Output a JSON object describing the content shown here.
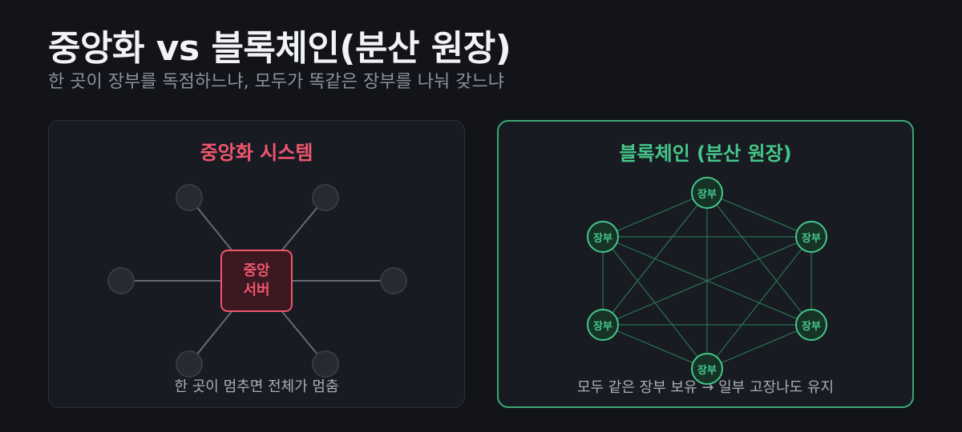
{
  "header": {
    "title": "중앙화 vs 블록체인(분산 원장)",
    "subtitle": "한 곳이 장부를 독점하느냐, 모두가 똑같은 장부를 나눠 갖느냐"
  },
  "centralized": {
    "title": "중앙화 시스템",
    "server_label": "중앙\n서버",
    "caption": "한 곳이 멈추면 전체가 멈춤",
    "accent": "#f0566e"
  },
  "blockchain": {
    "title": "블록체인 (분산 원장)",
    "node_label": "장부",
    "caption": "모두 같은 장부 보유 → 일부 고장나도 유지",
    "accent": "#44c68a"
  }
}
